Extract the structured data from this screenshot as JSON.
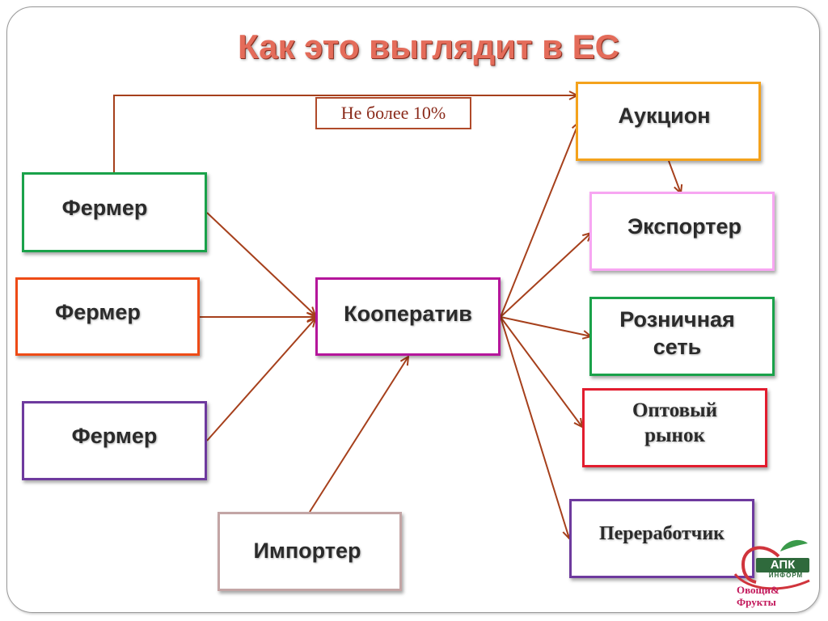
{
  "title": "Как это выглядит в ЕС",
  "limit_label": "Не более 10%",
  "nodes": {
    "farmer_1": "Фермер",
    "farmer_2": "Фермер",
    "farmer_3": "Фермер",
    "cooperative": "Кооператив",
    "importer": "Импортер",
    "auction": "Аукцион",
    "exporter": "Экспортер",
    "retail": "Розничная сеть",
    "wholesale": "Оптовый рынок",
    "processor": "Переработчик"
  },
  "edges": [
    {
      "from": "farmer_1",
      "to": "auction",
      "label": "Не более 10%"
    },
    {
      "from": "farmer_1",
      "to": "cooperative"
    },
    {
      "from": "farmer_2",
      "to": "cooperative"
    },
    {
      "from": "farmer_3",
      "to": "cooperative"
    },
    {
      "from": "importer",
      "to": "cooperative"
    },
    {
      "from": "cooperative",
      "to": "auction"
    },
    {
      "from": "cooperative",
      "to": "exporter"
    },
    {
      "from": "cooperative",
      "to": "retail"
    },
    {
      "from": "cooperative",
      "to": "wholesale"
    },
    {
      "from": "cooperative",
      "to": "processor"
    },
    {
      "from": "auction",
      "to": "exporter"
    }
  ],
  "colors": {
    "title": "#e46c5a",
    "arrow": "#a6401c",
    "farmer_1": "#1aa24a",
    "farmer_2": "#ee4b16",
    "farmer_3": "#6e3a9e",
    "cooperative": "#b5169b",
    "importer": "#c3a5a5",
    "auction": "#f4a21c",
    "exporter": "#f7a6f2",
    "retail": "#1aa24a",
    "wholesale": "#e21c2e",
    "processor": "#6e3a9e"
  },
  "logo": {
    "badge": "АПК",
    "sub": "ИНФОРМ",
    "line1": "Овощи&",
    "line2": "Фрукты"
  }
}
